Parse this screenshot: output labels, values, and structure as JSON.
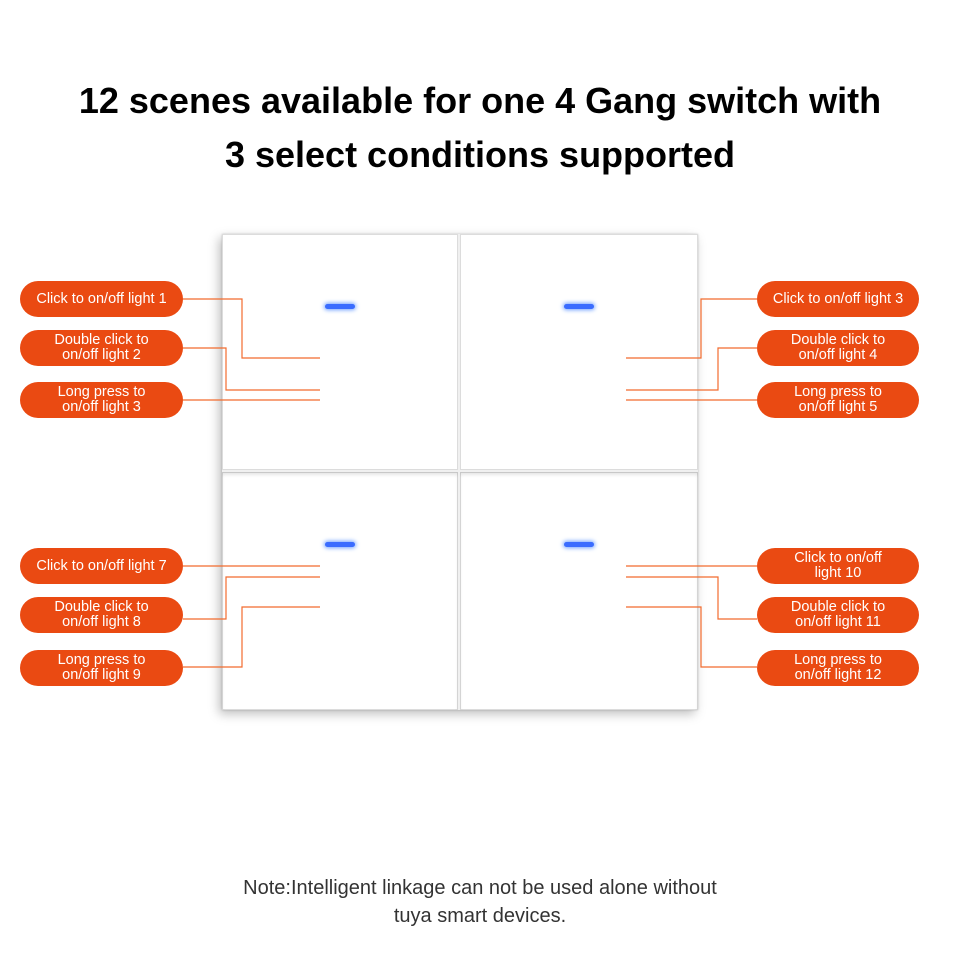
{
  "title": {
    "line1": "12 scenes available for one 4 Gang switch with",
    "line2": "3 select conditions supported"
  },
  "labels": {
    "key1": [
      "Click to on/off light 1",
      "Double click to\non/off light 2",
      "Long press to\non/off light 3"
    ],
    "key2": [
      "Click to on/off light 3",
      "Double click to\non/off light 4",
      "Long press to\non/off light 5"
    ],
    "key3": [
      "Click to on/off light 7",
      "Double click to\non/off light 8",
      "Long press to\non/off light 9"
    ],
    "key4": [
      "Click to on/off\nlight 10",
      "Double click to\non/off light 11",
      "Long press to\non/off light 12"
    ]
  },
  "note": {
    "line1": "Note:Intelligent linkage can not be used alone without",
    "line2": "tuya smart devices."
  },
  "colors": {
    "label_bg": "#ea4a12",
    "leader_line": "#f26b2e",
    "led": "#3a6cff"
  }
}
